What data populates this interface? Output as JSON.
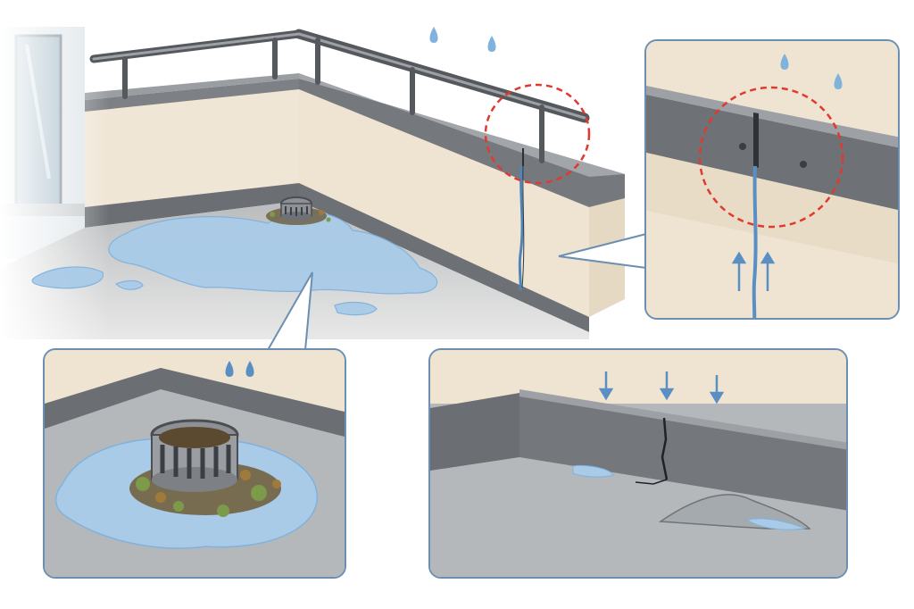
{
  "scene": {
    "panels": [
      "coping-joint-detail",
      "drain-clog-detail",
      "floor-crack-detail"
    ],
    "highlight_color": "#e03a2f",
    "water_color": "#7fb2dd",
    "frame_color": "#6b8fb3"
  }
}
